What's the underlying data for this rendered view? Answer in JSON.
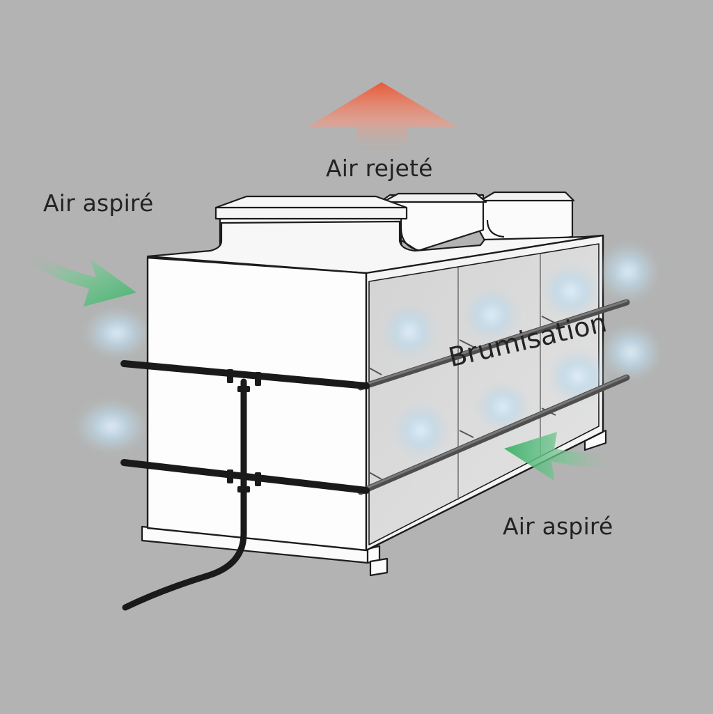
{
  "labels": {
    "air_rejete": "Air rejeté",
    "air_aspire_top": "Air aspiré",
    "air_aspire_bottom": "Air aspiré",
    "brumisation": "Brumisation"
  },
  "colors": {
    "background": "#b2b3b2",
    "unit_body": "#fdfdfd",
    "outline": "#1c1c1c",
    "pipe": "#1a1a1a",
    "coil_panel": "#dcdcdc",
    "exhaust_arrow": "#e8603f",
    "intake_arrow": "#4fb878",
    "mist": "#bcd9ea"
  }
}
